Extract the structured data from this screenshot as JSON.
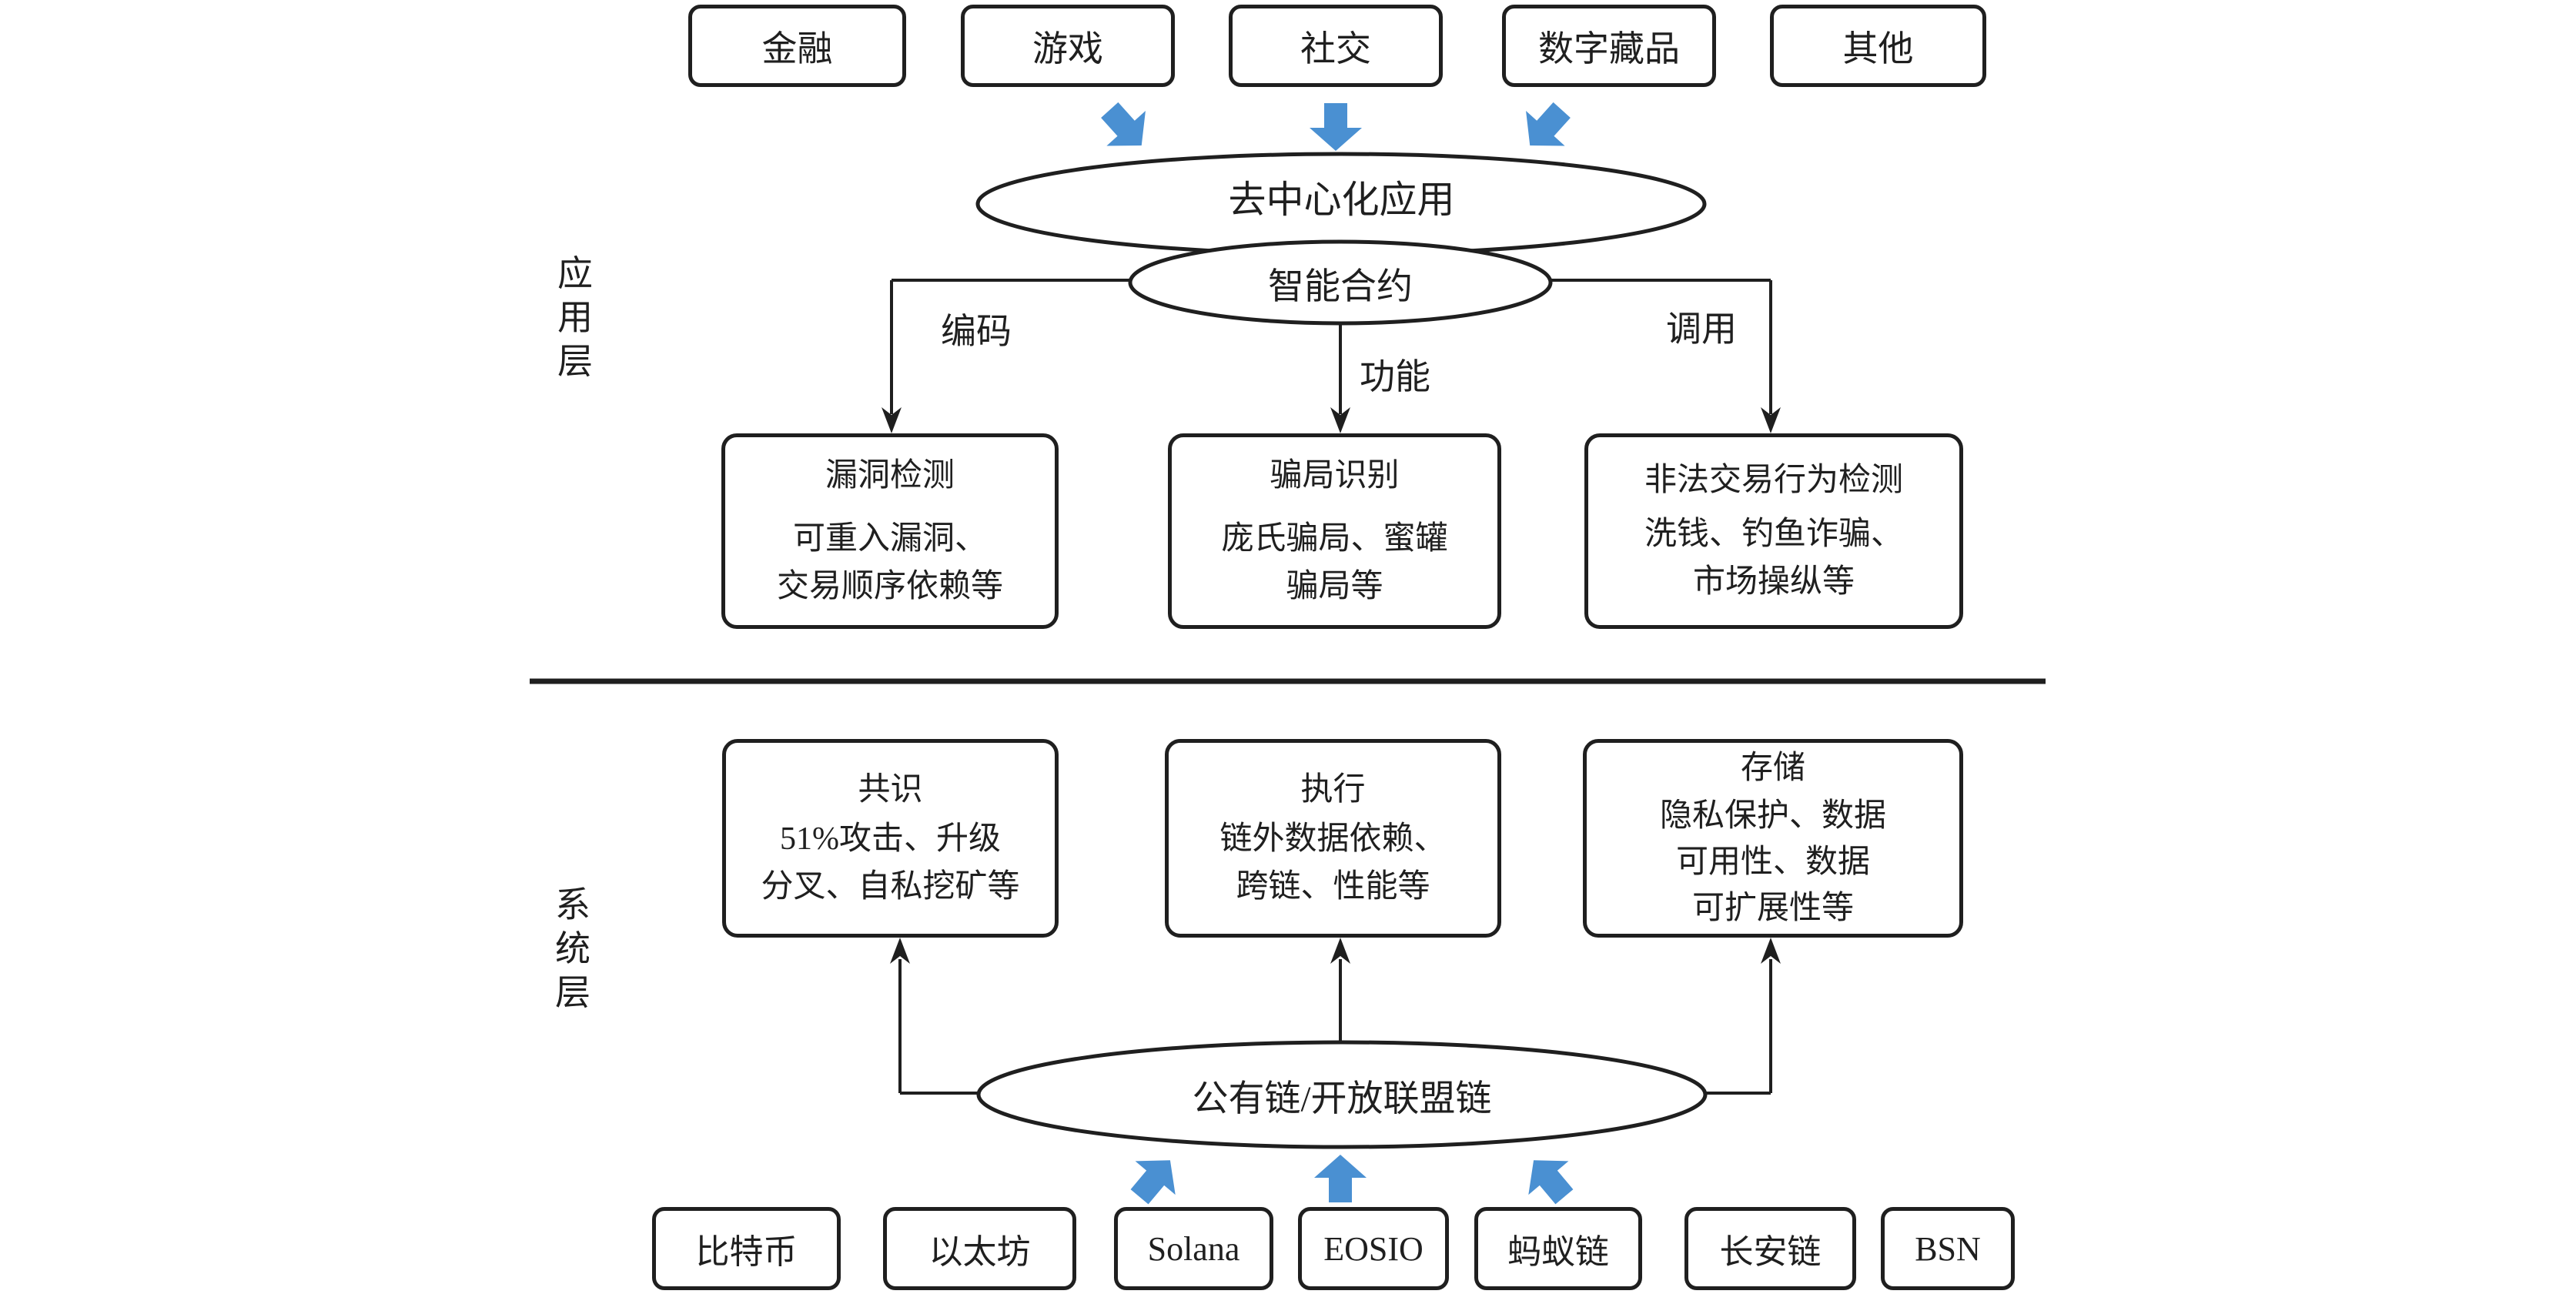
{
  "diagram": {
    "top_apps": [
      "金融",
      "游戏",
      "社交",
      "数字藏品",
      "其他"
    ],
    "decentralized_app": "去中心化应用",
    "smart_contract": "智能合约",
    "edge_labels": {
      "coding": "编码",
      "function": "功能",
      "invoke": "调用"
    },
    "layer_labels": {
      "application": "应用层",
      "system": "系统层"
    },
    "app_boxes": [
      {
        "title": "漏洞检测",
        "lines": [
          "可重入漏洞、",
          "交易顺序依赖等"
        ]
      },
      {
        "title": "骗局识别",
        "lines": [
          "庞氏骗局、蜜罐",
          "骗局等"
        ]
      },
      {
        "title": "非法交易行为检测",
        "lines": [
          "洗钱、钓鱼诈骗、",
          "市场操纵等"
        ]
      }
    ],
    "sys_boxes": [
      {
        "title": "共识",
        "lines": [
          "51%攻击、升级",
          "分叉、自私挖矿等"
        ]
      },
      {
        "title": "执行",
        "lines": [
          "链外数据依赖、",
          "跨链、性能等"
        ]
      },
      {
        "title": "存储",
        "lines": [
          "隐私保护、数据",
          "可用性、数据",
          "可扩展性等"
        ]
      }
    ],
    "public_chain": "公有链/开放联盟链",
    "chains": [
      "比特币",
      "以太坊",
      "Solana",
      "EOSIO",
      "蚂蚁链",
      "长安链",
      "BSN"
    ],
    "colors": {
      "arrow_blue": "#4a90d2",
      "line_black": "#1f1f1f"
    }
  }
}
